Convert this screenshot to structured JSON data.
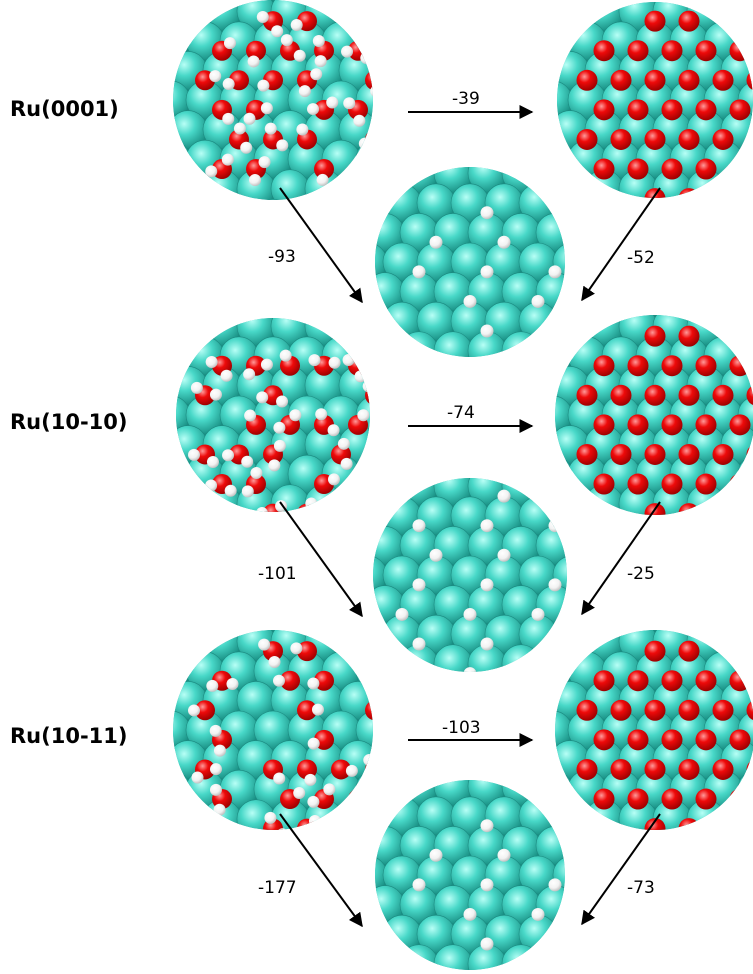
{
  "colors": {
    "ru": "#3fd0c0",
    "ru_dark": "#1f8f85",
    "oxygen": "#e00000",
    "hydrogen": "#ffffff"
  },
  "panels": [
    {
      "surface": "Ru(0001)",
      "reactant": "OH-H2O",
      "product_o": "O",
      "product_h": "H",
      "e_to_o": "-39",
      "e_to_h": "-93",
      "e_o_to_h": "-52"
    },
    {
      "surface": "Ru(10-10)",
      "reactant": "OH-H2O",
      "product_o": "O",
      "product_h": "H",
      "e_to_o": "-74",
      "e_to_h": "-101",
      "e_o_to_h": "-25"
    },
    {
      "surface": "Ru(10-11)",
      "reactant": "OH-H2O",
      "product_o": "O",
      "product_h": "H",
      "e_to_o": "-103",
      "e_to_h": "-177",
      "e_o_to_h": "-73"
    }
  ]
}
